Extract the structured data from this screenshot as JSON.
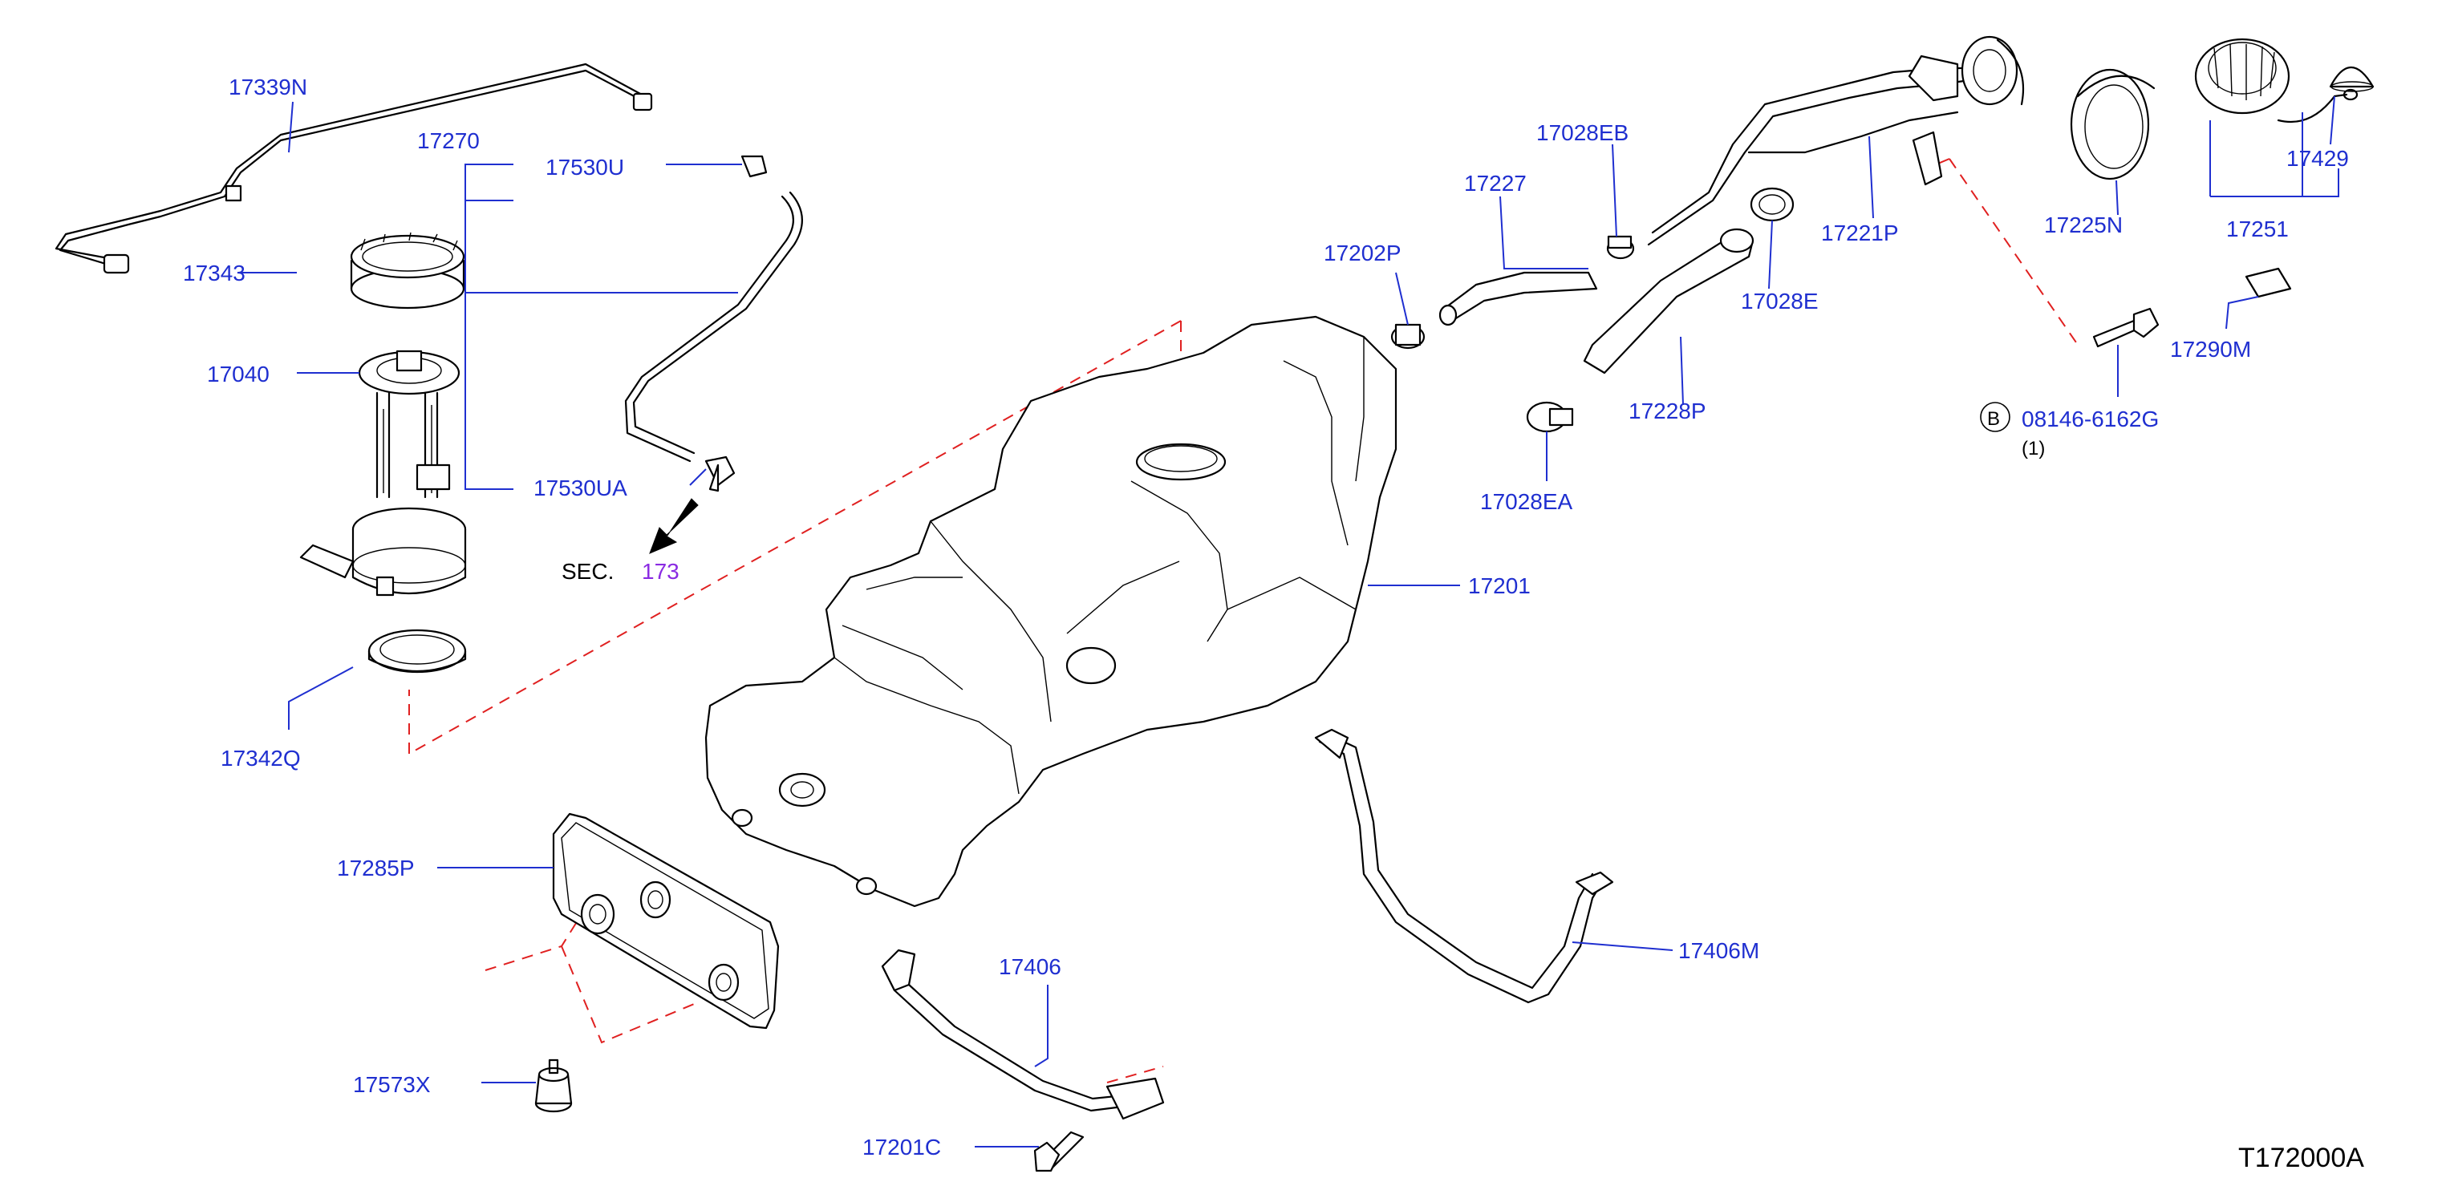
{
  "diagram": {
    "drawing_code": "T172000A",
    "section_ref": {
      "prefix": "SEC.",
      "number": "173"
    },
    "bolt_ref": {
      "circle_letter": "B",
      "part_number": "08146-6162G",
      "qty": "(1)"
    },
    "parts": {
      "p17339N": "17339N",
      "p17270": "17270",
      "p17530U": "17530U",
      "p17343": "17343",
      "p17040": "17040",
      "p17530UA": "17530UA",
      "p17342Q": "17342Q",
      "p17285P": "17285P",
      "p17573X": "17573X",
      "p17406": "17406",
      "p17201C": "17201C",
      "p17406M": "17406M",
      "p17201": "17201",
      "p17202P": "17202P",
      "p17227": "17227",
      "p17028EB": "17028EB",
      "p17028E": "17028E",
      "p17228P": "17228P",
      "p17028EA": "17028EA",
      "p17221P": "17221P",
      "p17225N": "17225N",
      "p17251": "17251",
      "p17429": "17429",
      "p17290M": "17290M"
    },
    "colors": {
      "label": "#1f2fd0",
      "leader": "#1f2fd0",
      "section": "#8a2be2",
      "dash": "#e02020",
      "line": "#000000"
    }
  }
}
